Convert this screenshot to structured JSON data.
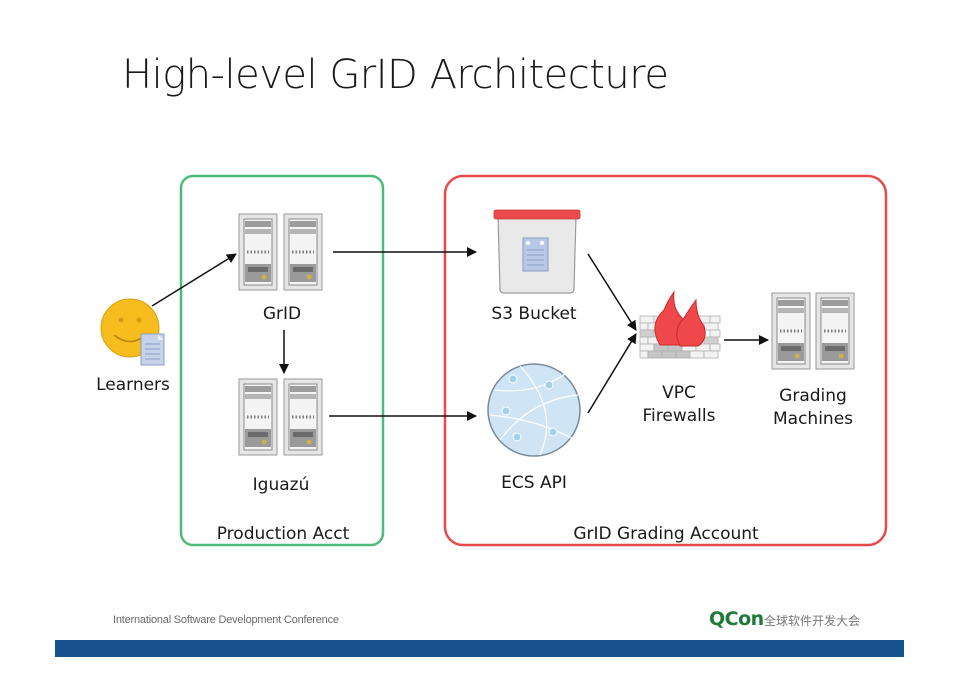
{
  "slide": {
    "title": "High-level GrID Architecture"
  },
  "groups": {
    "production": {
      "label": "Production Acct",
      "border_color": "#4dbb7a"
    },
    "grading": {
      "label": "GrID Grading Account",
      "border_color": "#e84a4a"
    }
  },
  "nodes": {
    "learners": {
      "label": "Learners",
      "icon": "smiley-user-with-document-icon"
    },
    "grid": {
      "label": "GrID",
      "icon": "server-pair-icon"
    },
    "iguazu": {
      "label": "Iguazú",
      "icon": "server-pair-icon"
    },
    "s3": {
      "label": "S3 Bucket",
      "icon": "bucket-icon"
    },
    "ecs": {
      "label": "ECS API",
      "icon": "globe-network-icon"
    },
    "vpc": {
      "label_line1": "VPC",
      "label_line2": "Firewalls",
      "icon": "firewall-icon"
    },
    "grading_machines": {
      "label_line1": "Grading",
      "label_line2": "Machines",
      "icon": "server-pair-icon"
    }
  },
  "edges": [
    {
      "from": "Learners",
      "to": "GrID"
    },
    {
      "from": "GrID",
      "to": "Iguazú"
    },
    {
      "from": "GrID",
      "to": "S3 Bucket"
    },
    {
      "from": "Iguazú",
      "to": "ECS API"
    },
    {
      "from": "S3 Bucket",
      "to": "VPC Firewalls"
    },
    {
      "from": "ECS API",
      "to": "VPC Firewalls"
    },
    {
      "from": "VPC Firewalls",
      "to": "Grading Machines"
    }
  ],
  "footer": {
    "conference": "International Software Development Conference",
    "brand": "QCon",
    "brand_cn": "全球软件开发大会",
    "bar_color": "#17528f"
  }
}
